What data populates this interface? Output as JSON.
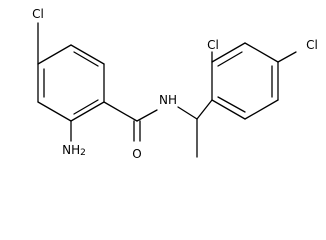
{
  "molecule": {
    "labels": {
      "cl_top": "Cl",
      "nh": "NH",
      "o": "O",
      "nh2": "NH",
      "nh2_subscript": "2",
      "cl_ortho": "Cl",
      "cl_para": "Cl"
    }
  }
}
